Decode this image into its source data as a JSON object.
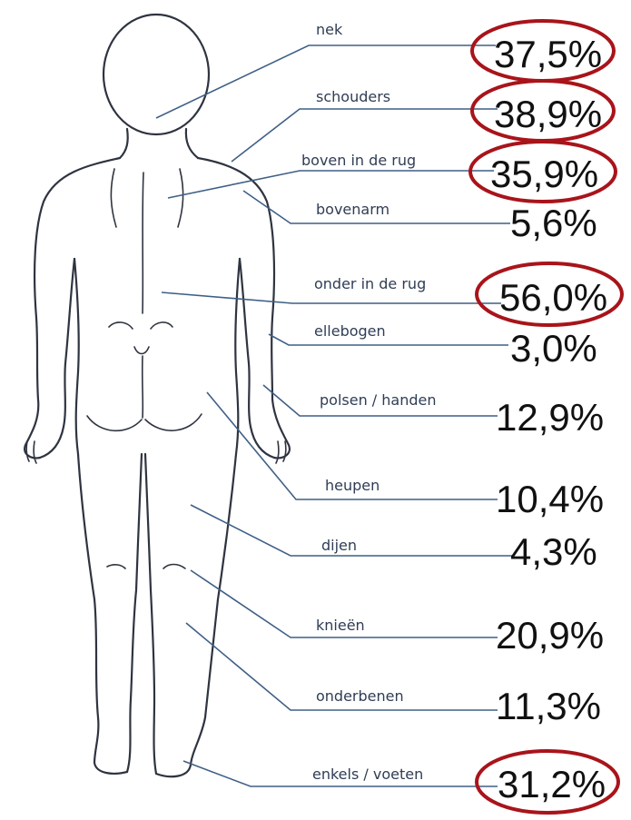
{
  "regions": [
    {
      "label": "nek",
      "value": "37,5%",
      "highlight": true
    },
    {
      "label": "schouders",
      "value": "38,9%",
      "highlight": true
    },
    {
      "label": "boven in de rug",
      "value": "35,9%",
      "highlight": true
    },
    {
      "label": "bovenarm",
      "value": "5,6%",
      "highlight": false
    },
    {
      "label": "onder in de rug",
      "value": "56,0%",
      "highlight": true
    },
    {
      "label": "ellebogen",
      "value": "3,0%",
      "highlight": false
    },
    {
      "label": "polsen / handen",
      "value": "12,9%",
      "highlight": false
    },
    {
      "label": "heupen",
      "value": "10,4%",
      "highlight": false
    },
    {
      "label": "dijen",
      "value": "4,3%",
      "highlight": false
    },
    {
      "label": "knieën",
      "value": "20,9%",
      "highlight": false
    },
    {
      "label": "onderbenen",
      "value": "11,3%",
      "highlight": false
    },
    {
      "label": "enkels / voeten",
      "value": "31,2%",
      "highlight": true
    }
  ],
  "colors": {
    "leader": "#3f5f86",
    "highlight_ring": "#a8141a",
    "body_outline": "#2e3440"
  }
}
